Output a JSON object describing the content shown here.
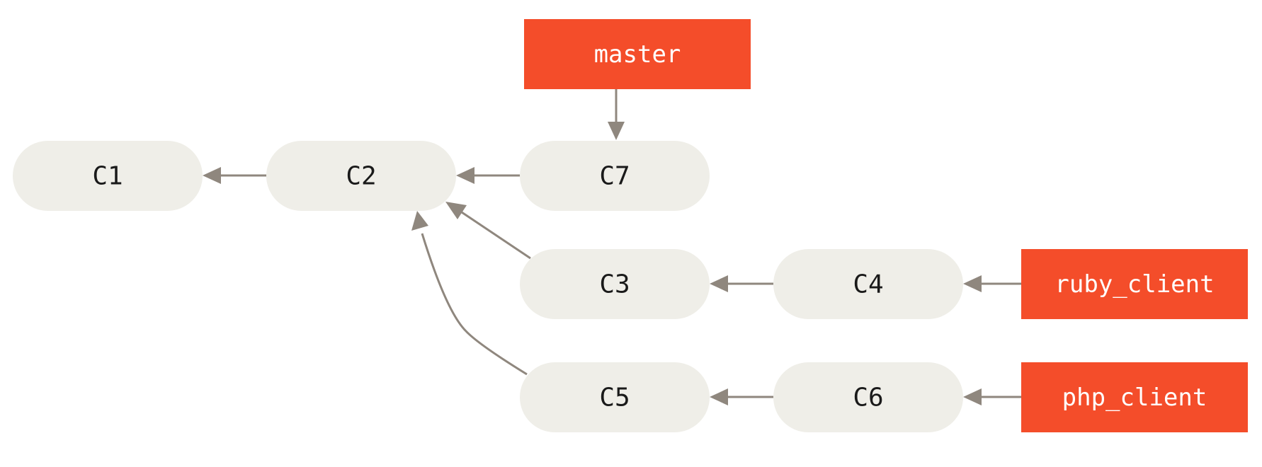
{
  "commits": {
    "c1": "C1",
    "c2": "C2",
    "c3": "C3",
    "c4": "C4",
    "c5": "C5",
    "c6": "C6",
    "c7": "C7"
  },
  "branches": {
    "master": "master",
    "ruby_client": "ruby_client",
    "php_client": "php_client"
  },
  "colors": {
    "commit_fill": "#efeee8",
    "branch_fill": "#f44d2a",
    "arrow": "#8f877e"
  }
}
